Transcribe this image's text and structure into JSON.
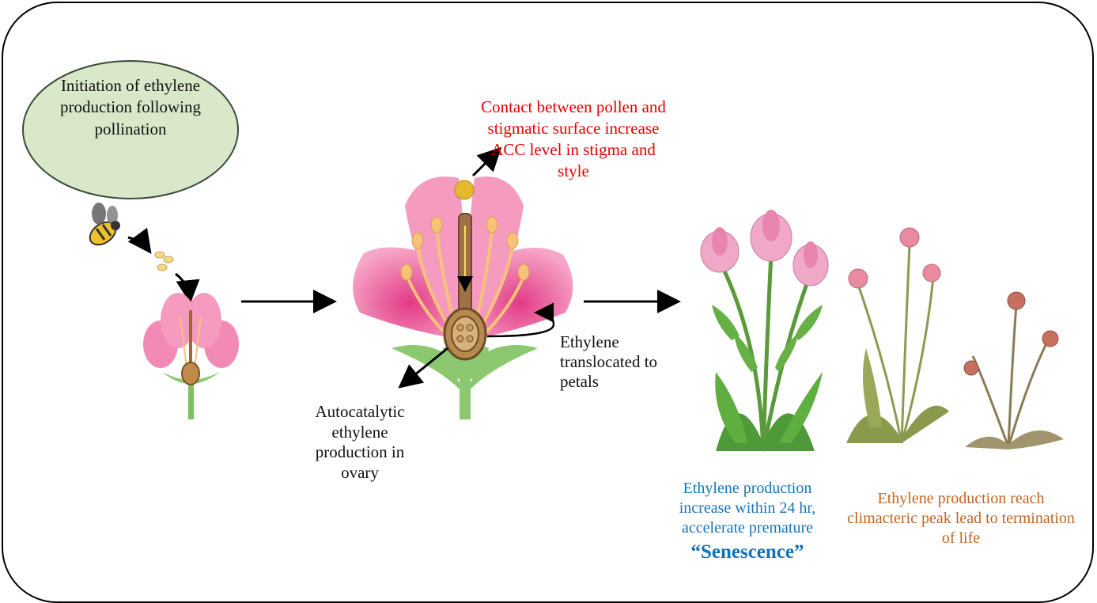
{
  "diagram": {
    "initiation_label": "Initiation of ethylene production following pollination",
    "contact_label": "Contact between pollen and stigmatic surface increase ACC level in stigma and style",
    "translocated_label": "Ethylene translocated to petals",
    "autocatalytic_label": "Autocatalytic ethylene production in ovary",
    "senescence_caption": "Ethylene production increase within 24 hr, accelerate premature",
    "senescence_word": "“Senescence”",
    "peak_caption": "Ethylene production reach climacteric peak lead to termination of life"
  },
  "colors": {
    "initiation_bubble": "#d8e8c8",
    "contact_text": "#e60000",
    "senescence_text": "#1875b8",
    "peak_text": "#c1651f",
    "petal": "#f28ab5",
    "sepal": "#8cc870"
  }
}
